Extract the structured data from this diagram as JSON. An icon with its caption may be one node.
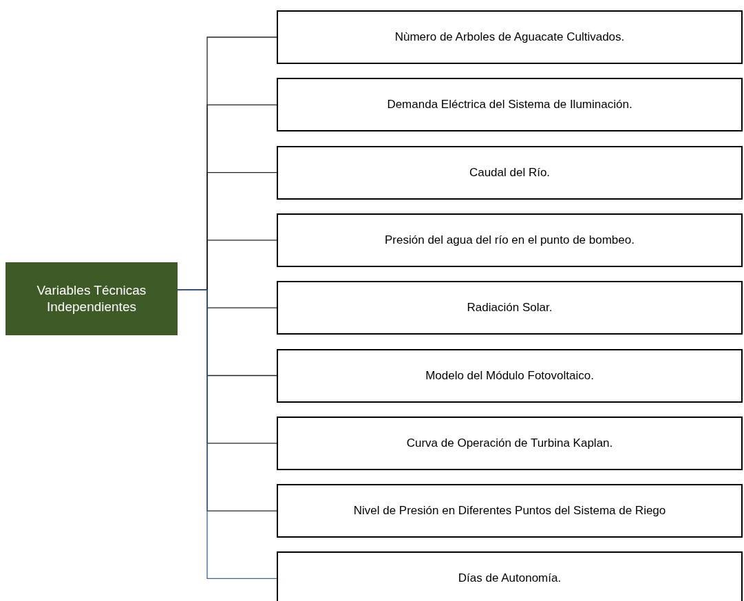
{
  "diagram": {
    "nodes": [
      {
        "text": [
          "Variables Técnicas Independientes"
        ]
      },
      {
        "text": [
          "Nùmero de Arboles de Aguacate Cultivados."
        ]
      },
      {
        "text": [
          "Demanda Eléctrica del Sistema de Iluminación."
        ]
      },
      {
        "text": [
          "Caudal del Río."
        ]
      },
      {
        "text": [
          "Presión del agua del río en el punto de bombeo."
        ]
      },
      {
        "text": [
          "Radiación Solar."
        ]
      },
      {
        "text": [
          "Modelo del Módulo Fotovoltaico."
        ]
      },
      {
        "text": [
          "Curva de Operación de Turbina Kaplan."
        ]
      },
      {
        "text": [
          "Nivel de Presión en Diferentes Puntos del Sistema de Riego"
        ]
      },
      {
        "text": [
          "Días de Autonomía."
        ]
      }
    ],
    "edges": [
      {
        "from": 0,
        "to": 1,
        "arrow": "none"
      },
      {
        "from": 0,
        "to": 2,
        "arrow": "none"
      },
      {
        "from": 0,
        "to": 3,
        "arrow": "none"
      },
      {
        "from": 0,
        "to": 4,
        "arrow": "none"
      },
      {
        "from": 0,
        "to": 5,
        "arrow": "none"
      },
      {
        "from": 0,
        "to": 6,
        "arrow": "none"
      },
      {
        "from": 0,
        "to": 7,
        "arrow": "none"
      },
      {
        "from": 0,
        "to": 8,
        "arrow": "none"
      },
      {
        "from": 0,
        "to": 9,
        "arrow": "none",
        "color": "#3a62a8"
      }
    ]
  }
}
